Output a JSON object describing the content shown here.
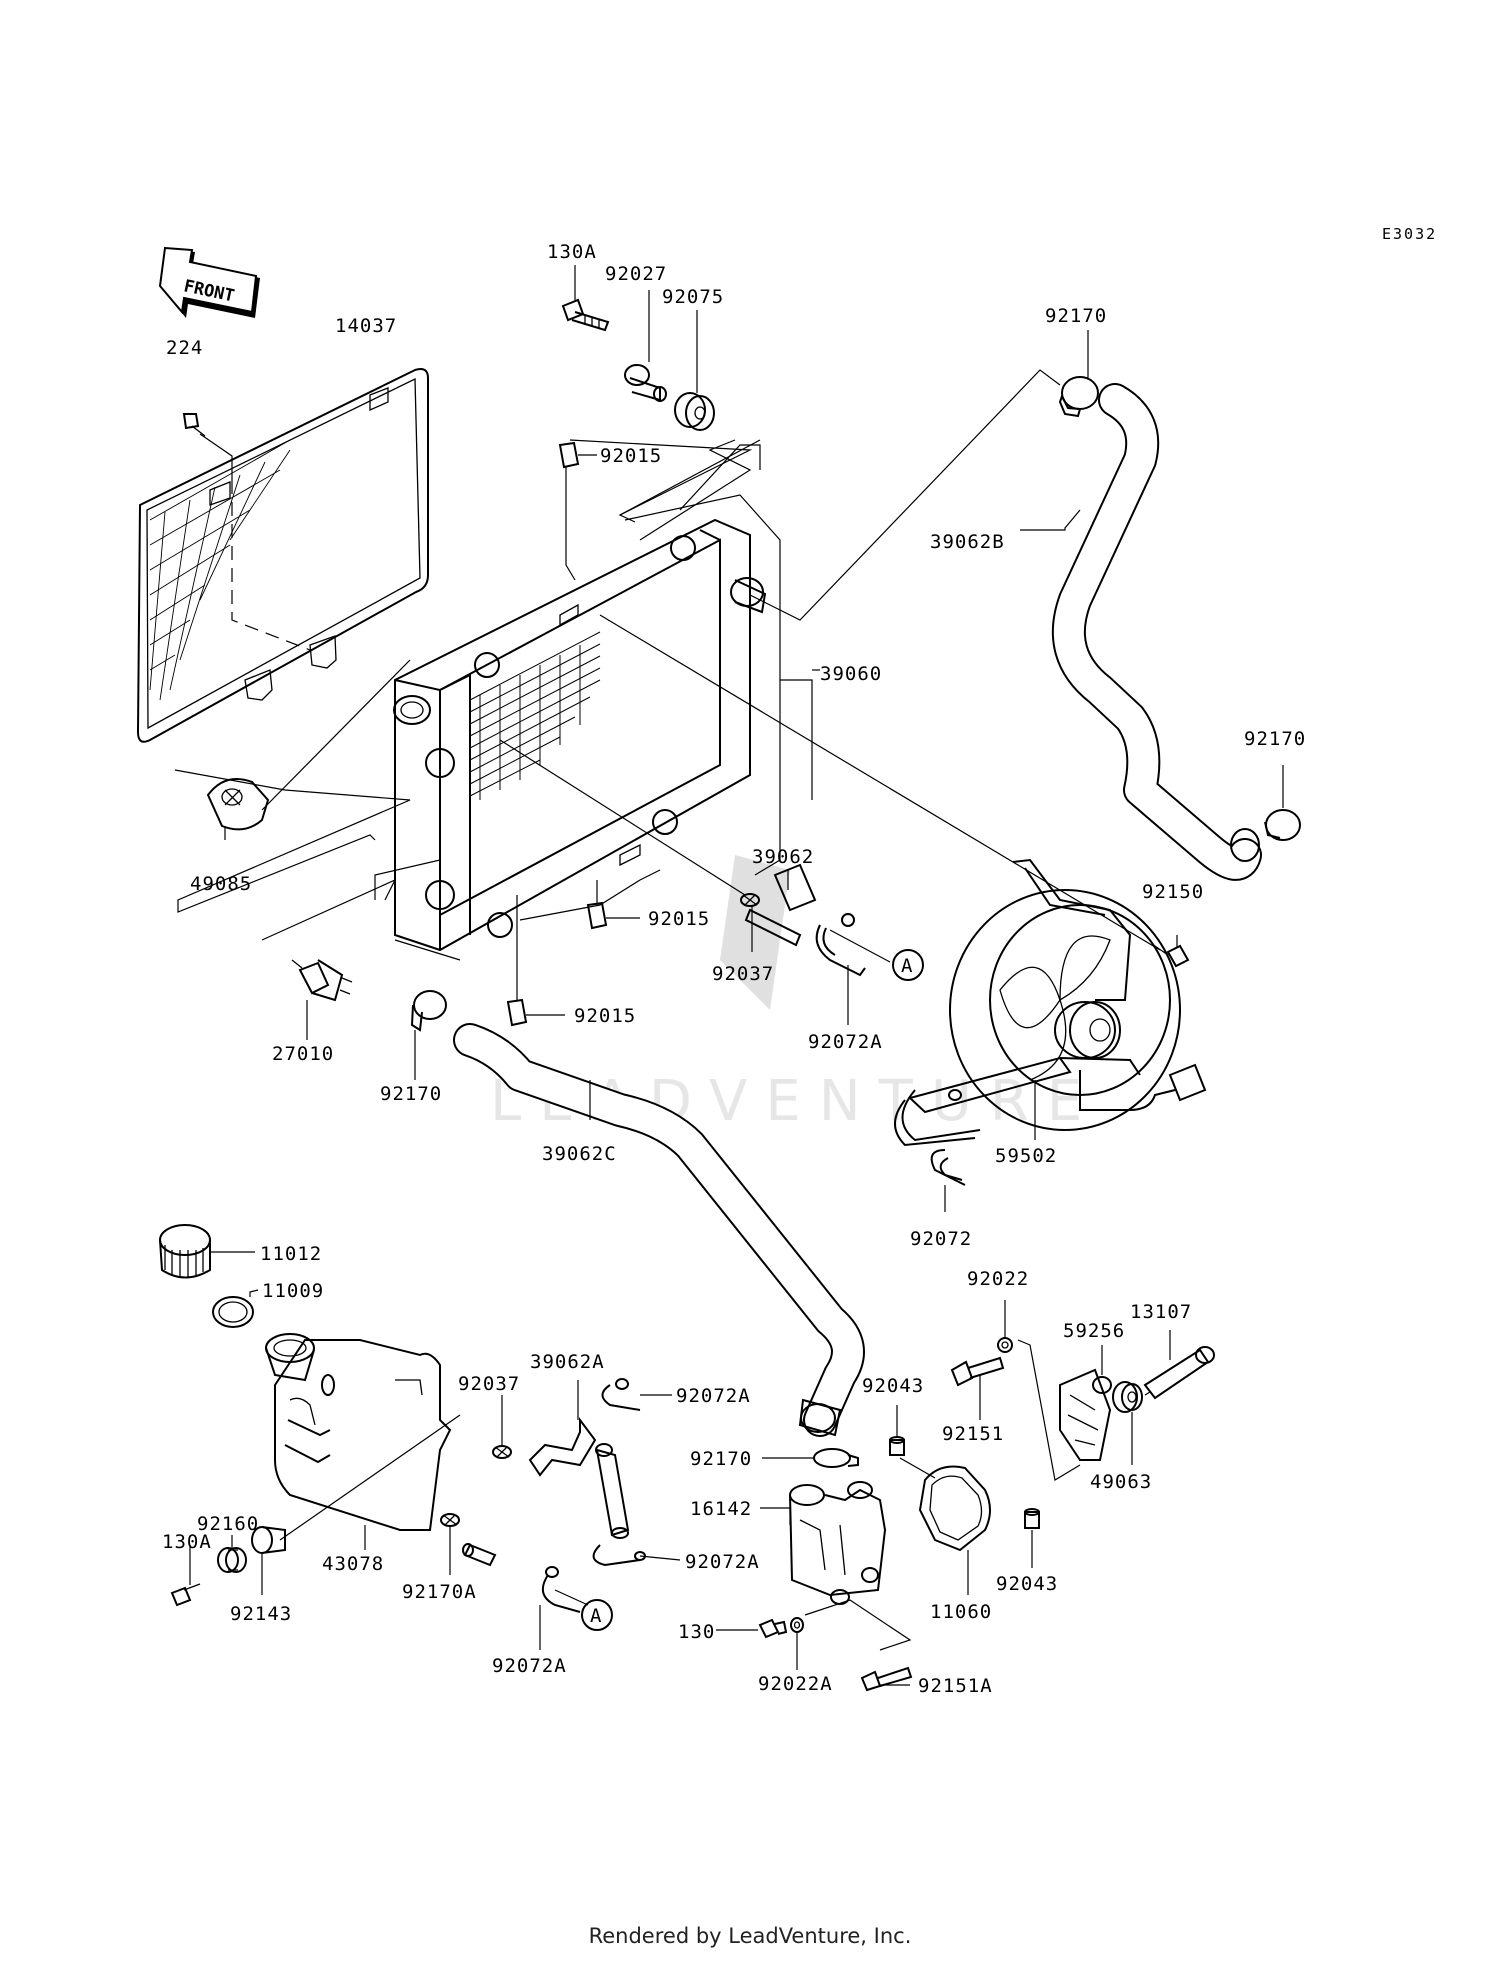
{
  "diagram_code": "E3032",
  "front_label": "FRONT",
  "watermark": "LEADVENTURE",
  "credit": "Rendered by LeadVenture, Inc.",
  "callout_ref": "A",
  "labels": {
    "p130A_top": "130A",
    "p92027": "92027",
    "p92075": "92075",
    "p224": "224",
    "p14037": "14037",
    "p92015_top": "92015",
    "p92170_top": "92170",
    "p39062B": "39062B",
    "p39060": "39060",
    "p92170_right": "92170",
    "p49085": "49085",
    "p39062": "39062",
    "p92150": "92150",
    "p92015_mid": "92015",
    "p92037_mid": "92037",
    "p92015_low": "92015",
    "p27010": "27010",
    "p92072A_mid": "92072A",
    "p92170_left": "92170",
    "p39062C": "39062C",
    "p59502": "59502",
    "p92072": "92072",
    "p11012": "11012",
    "p11009": "11009",
    "p92022_top": "92022",
    "p13107": "13107",
    "p59256": "59256",
    "p39062A": "39062A",
    "p92037_low": "92037",
    "p92072A_r1": "92072A",
    "p92043_top": "92043",
    "p92151": "92151",
    "p49063": "49063",
    "p92170_low": "92170",
    "p16142": "16142",
    "p92160": "92160",
    "p130A_low": "130A",
    "p43078": "43078",
    "p92143": "92143",
    "p92170A": "92170A",
    "p92072A_r2": "92072A",
    "p92043_low": "92043",
    "p11060": "11060",
    "p130": "130",
    "p92022A": "92022A",
    "p92151A": "92151A",
    "p92072A_low": "92072A"
  }
}
